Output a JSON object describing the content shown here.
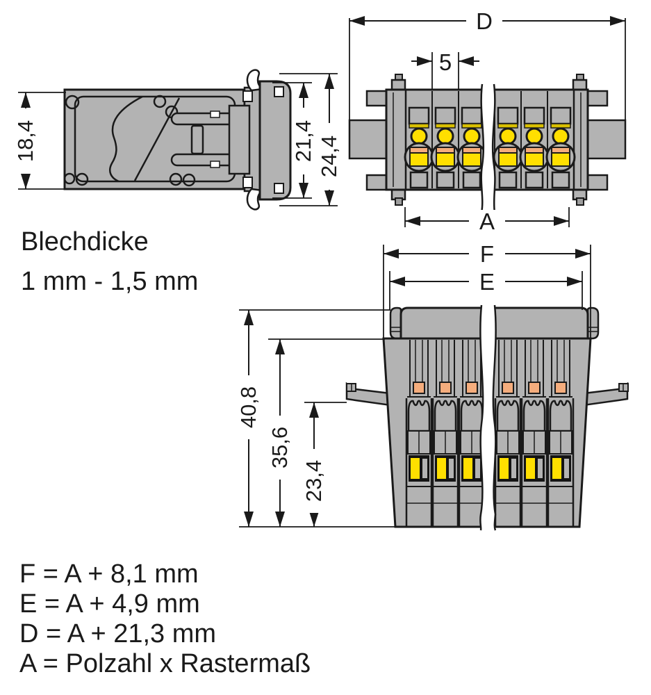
{
  "colors": {
    "background": "#ffffff",
    "line": "#1a1a1a",
    "housing_gray": "#b3b3b3",
    "contact_yellow": "#ffdf00",
    "marker_orange": "#f5ad7d",
    "seal_olive": "#d8bf00"
  },
  "notes": {
    "sheet_thickness_label": "Blechdicke",
    "sheet_thickness_value": "1 mm - 1,5 mm"
  },
  "dimensions": {
    "side_view": {
      "insert_height": "18,4",
      "flange_height": "21,4",
      "overall_height": "24,4"
    },
    "front_view": {
      "overall_width_label": "D",
      "pole_pitch": "5",
      "pole_row_width_label": "A"
    },
    "bottom_view": {
      "overall_width_label": "F",
      "inner_width_label": "E",
      "overall_height": "40,8",
      "housing_height": "35,6",
      "latch_height": "23,4"
    }
  },
  "formulas": [
    "F = A + 8,1 mm",
    "E = A + 4,9 mm",
    "D = A + 21,3 mm",
    "A = Polzahl x Rastermaß"
  ]
}
